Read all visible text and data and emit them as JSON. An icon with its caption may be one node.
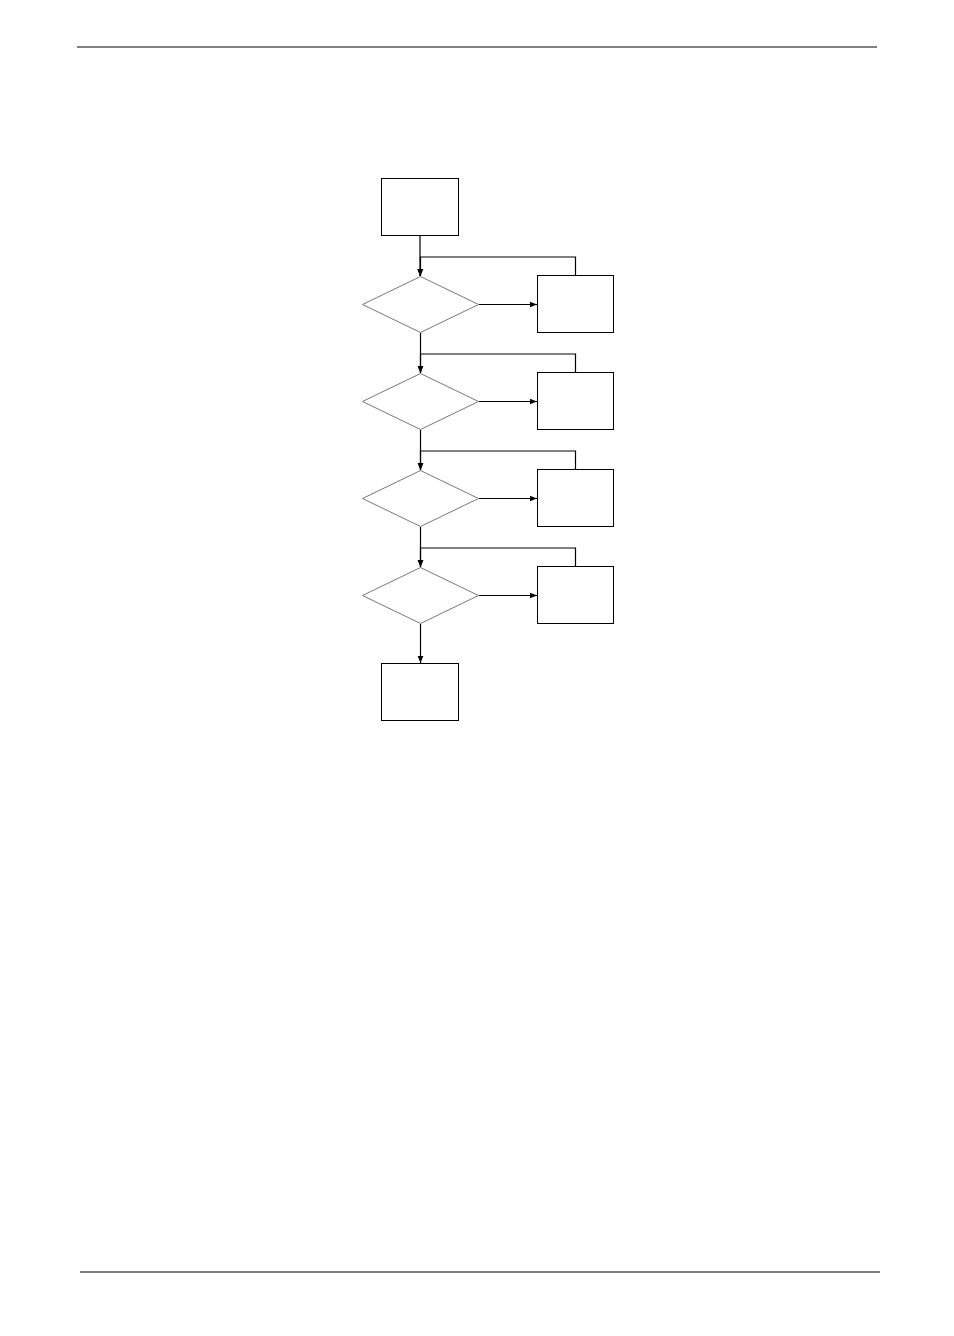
{
  "diagram": {
    "nodes": [
      {
        "text": [],
        "shape": "box"
      },
      {
        "text": [],
        "shape": "diamond"
      },
      {
        "text": [],
        "shape": "box"
      },
      {
        "text": [],
        "shape": "diamond"
      },
      {
        "text": [],
        "shape": "box"
      },
      {
        "text": [],
        "shape": "diamond"
      },
      {
        "text": [],
        "shape": "box"
      },
      {
        "text": [],
        "shape": "diamond"
      },
      {
        "text": [],
        "shape": "box"
      },
      {
        "text": [],
        "shape": "box"
      }
    ],
    "edges": [
      {
        "from": 0,
        "to": 1,
        "arrow": "to"
      },
      {
        "from": 1,
        "to": 2,
        "arrow": "to"
      },
      {
        "from": 2,
        "to": 1,
        "arrow": "to"
      },
      {
        "from": 1,
        "to": 3,
        "arrow": "to"
      },
      {
        "from": 3,
        "to": 4,
        "arrow": "to"
      },
      {
        "from": 4,
        "to": 3,
        "arrow": "to"
      },
      {
        "from": 3,
        "to": 5,
        "arrow": "to"
      },
      {
        "from": 5,
        "to": 6,
        "arrow": "to"
      },
      {
        "from": 6,
        "to": 5,
        "arrow": "to"
      },
      {
        "from": 5,
        "to": 7,
        "arrow": "to"
      },
      {
        "from": 7,
        "to": 8,
        "arrow": "to"
      },
      {
        "from": 8,
        "to": 7,
        "arrow": "to"
      },
      {
        "from": 7,
        "to": 9,
        "arrow": "to"
      }
    ]
  }
}
